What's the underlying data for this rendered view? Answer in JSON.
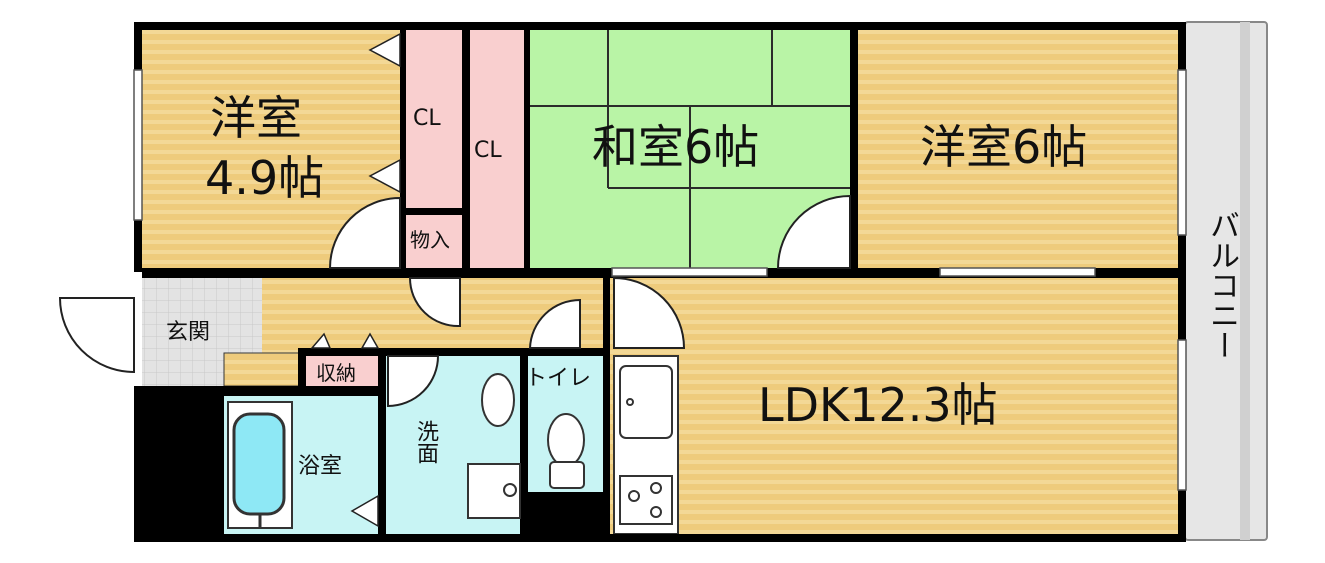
{
  "rooms": {
    "western_small": {
      "line1": "洋室",
      "line2": "4.9帖"
    },
    "closet_a": "CL",
    "closet_b": "CL",
    "storage": "物入",
    "japanese": "和室6帖",
    "western_right": "洋室6帖",
    "balcony": "バルコニー",
    "entrance": "玄関",
    "storage_small": "収納",
    "toilet": "トイレ",
    "washroom": "洗面",
    "bath": "浴室",
    "ldk": "LDK12.3帖"
  },
  "colors": {
    "wood_floor": "#eecb7c",
    "wood_stripe": "#f3d896",
    "tatami": "#b9f4a6",
    "closet": "#f9cfcf",
    "water_area": "#c8f4f4",
    "tile": "#dcdcdc",
    "balcony": "#e6e6e6",
    "wall": "#000000"
  }
}
